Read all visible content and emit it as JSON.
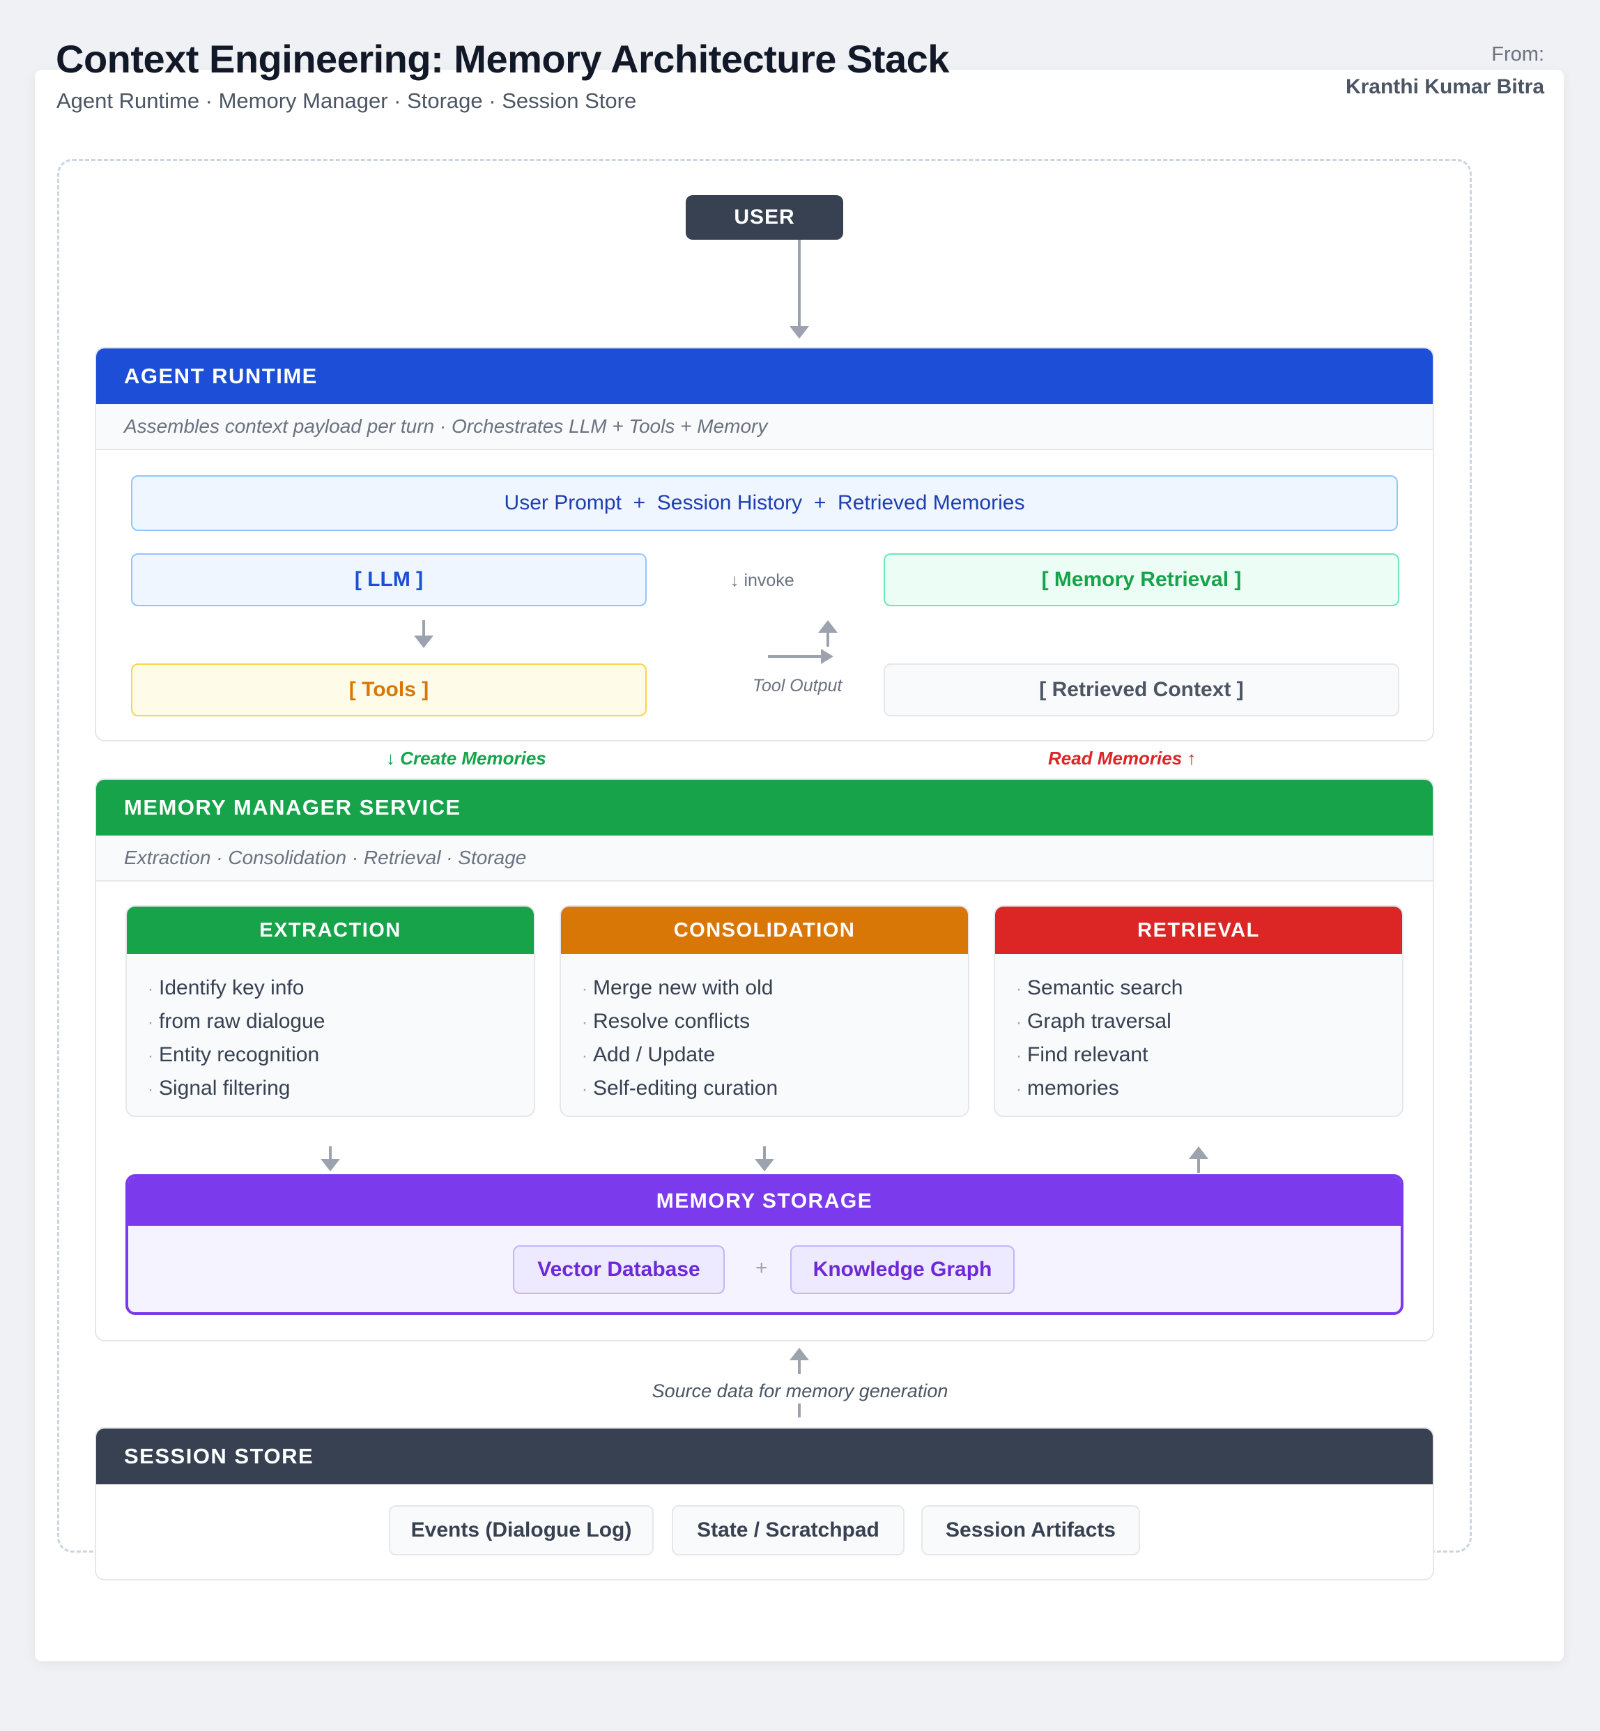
{
  "header": {
    "title": "Context Engineering: Memory Architecture Stack",
    "subtitle": "Agent Runtime · Memory Manager · Storage · Session Store",
    "from_label": "From:",
    "from_name": "Kranthi Kumar Bitra"
  },
  "user": {
    "label": "USER"
  },
  "agent_runtime": {
    "title": "AGENT RUNTIME",
    "subtitle": "Assembles context payload per turn · Orchestrates LLM + Tools + Memory",
    "payload": "User Prompt  +  Session History  +  Retrieved Memories",
    "llm": "[ LLM ]",
    "tools": "[ Tools ]",
    "memory_retrieval": "[ Memory Retrieval ]",
    "retrieved_context": "[ Retrieved Context ]",
    "invoke_label": "↓ invoke",
    "tool_output_label": "Tool Output"
  },
  "flows": {
    "create": "↓ Create Memories",
    "read": "Read Memories ↑",
    "source": "Source data for memory generation"
  },
  "memory_manager": {
    "title": "MEMORY MANAGER SERVICE",
    "subtitle": "Extraction · Consolidation · Retrieval · Storage",
    "panels": [
      {
        "title": "EXTRACTION",
        "items": [
          "Identify key info",
          "from raw dialogue",
          "Entity recognition",
          "Signal filtering"
        ]
      },
      {
        "title": "CONSOLIDATION",
        "items": [
          "Merge new with old",
          "Resolve conflicts",
          "Add / Update",
          "Self-editing curation"
        ]
      },
      {
        "title": "RETRIEVAL",
        "items": [
          "Semantic search",
          "Graph traversal",
          "Find relevant",
          "memories"
        ]
      }
    ],
    "storage": {
      "title": "MEMORY STORAGE",
      "vector": "Vector Database",
      "plus": "+",
      "graph": "Knowledge Graph"
    }
  },
  "session_store": {
    "title": "SESSION STORE",
    "items": [
      "Events (Dialogue Log)",
      "State / Scratchpad",
      "Session Artifacts"
    ]
  },
  "colors": {
    "agent_blue": "#1d4ed8",
    "manager_green": "#16a34a",
    "consolidation_orange": "#d97706",
    "retrieval_red": "#dc2626",
    "storage_purple": "#7c3aed",
    "session_dark": "#374151"
  }
}
